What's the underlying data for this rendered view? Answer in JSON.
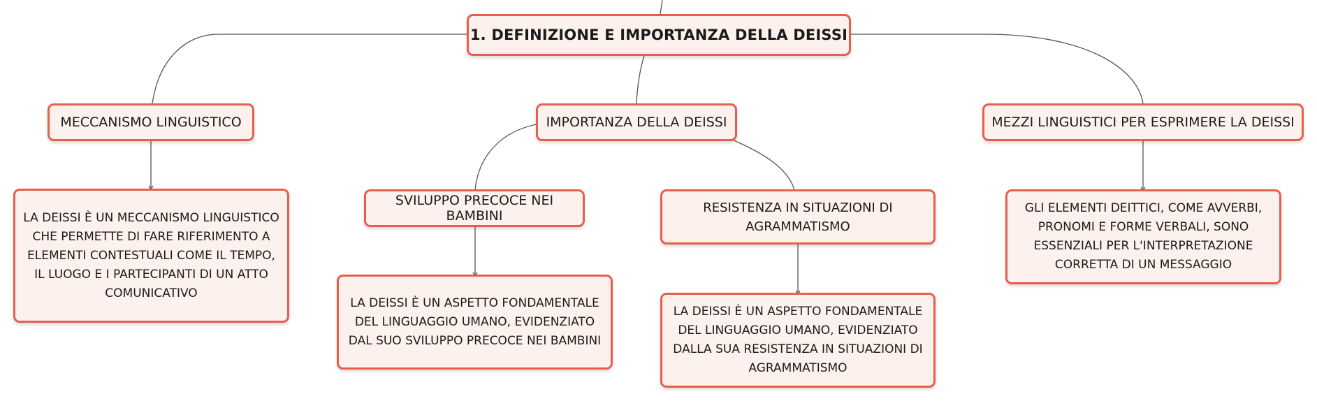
{
  "colors": {
    "node_border": "#e65f4c",
    "node_fill": "#fdf1ed",
    "connector": "#555555",
    "text": "#1a1a1a"
  },
  "root": {
    "label": "1. DEFINIZIONE E IMPORTANZA DELLA DEISSI"
  },
  "branches": [
    {
      "label": "MECCANISMO LINGUISTICO",
      "children": [
        {
          "label": "LA DEISSI È UN MECCANISMO LINGUISTICO CHE PERMETTE DI FARE RIFERIMENTO A ELEMENTI CONTESTUALI COME IL TEMPO, IL LUOGO E I PARTECIPANTI DI UN ATTO COMUNICATIVO"
        }
      ]
    },
    {
      "label": "IMPORTANZA DELLA DEISSI",
      "children": [
        {
          "label": "SVILUPPO PRECOCE NEI BAMBINI",
          "children": [
            {
              "label": "LA DEISSI È UN ASPETTO FONDAMENTALE DEL LINGUAGGIO UMANO, EVIDENZIATO DAL SUO SVILUPPO PRECOCE NEI BAMBINI"
            }
          ]
        },
        {
          "label": "RESISTENZA IN SITUAZIONI DI AGRAMMATISMO",
          "children": [
            {
              "label": "LA DEISSI È UN ASPETTO FONDAMENTALE DEL LINGUAGGIO UMANO, EVIDENZIATO DALLA SUA RESISTENZA IN SITUAZIONI DI AGRAMMATISMO"
            }
          ]
        }
      ]
    },
    {
      "label": "MEZZI LINGUISTICI PER ESPRIMERE LA DEISSI",
      "children": [
        {
          "label": "GLI ELEMENTI DEITTICI, COME AVVERBI, PRONOMI E FORME VERBALI, SONO ESSENZIALI PER L'INTERPRETAZIONE CORRETTA DI UN MESSAGGIO"
        }
      ]
    }
  ]
}
